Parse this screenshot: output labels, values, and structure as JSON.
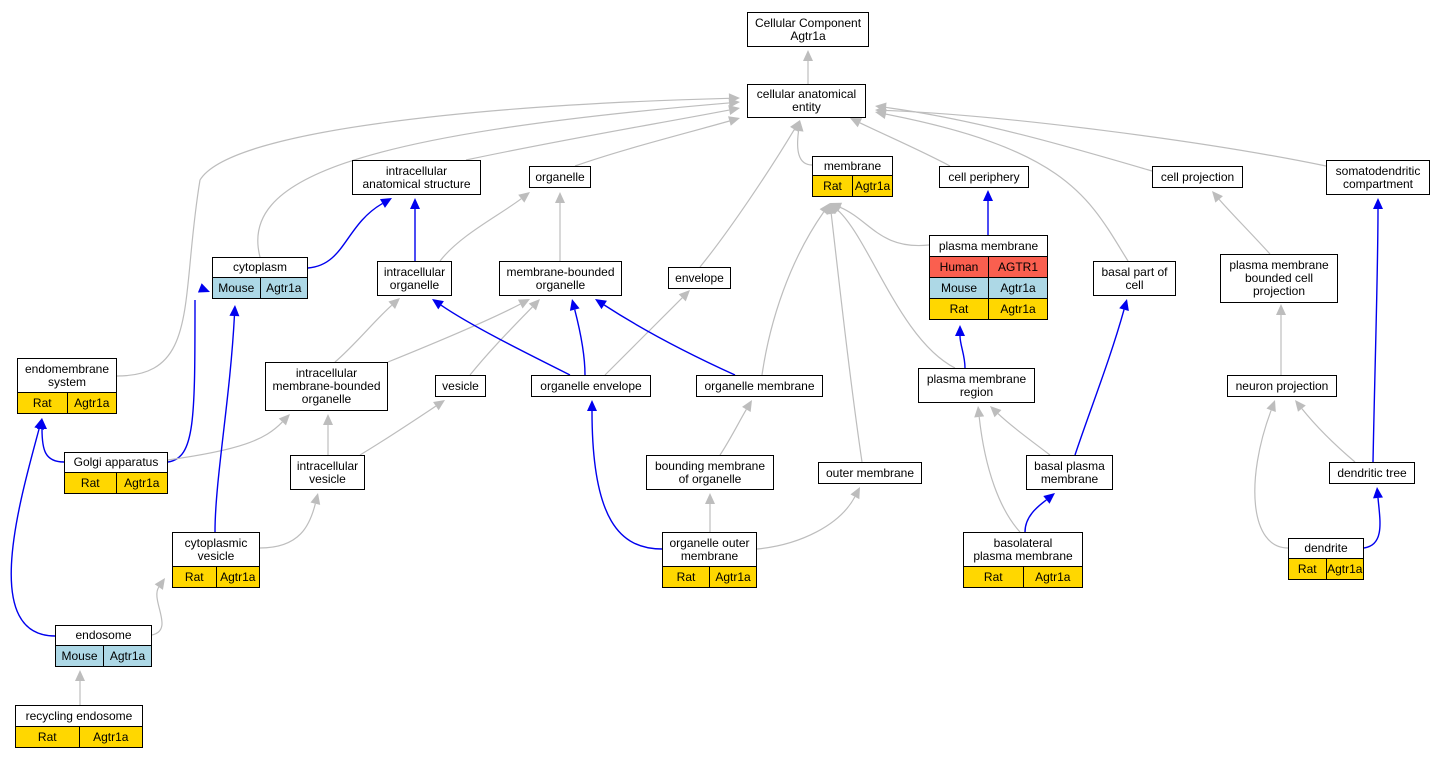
{
  "colors": {
    "human": "#fa5f4f",
    "mouse": "#add8e6",
    "rat": "#ffd700",
    "is_a_edge": "#bdbdbd",
    "part_of_edge": "#0000ee"
  },
  "nodes": [
    {
      "id": "cc",
      "label": "Cellular Component\nAgtr1a",
      "annotations": []
    },
    {
      "id": "cae",
      "label": "cellular anatomical\nentity",
      "annotations": []
    },
    {
      "id": "ias",
      "label": "intracellular\nanatomical structure",
      "annotations": []
    },
    {
      "id": "organelle",
      "label": "organelle",
      "annotations": []
    },
    {
      "id": "membrane",
      "label": "membrane",
      "annotations": [
        {
          "species": "Rat",
          "gene": "Agtr1a"
        }
      ]
    },
    {
      "id": "cellperiph",
      "label": "cell periphery",
      "annotations": []
    },
    {
      "id": "cellproj",
      "label": "cell projection",
      "annotations": []
    },
    {
      "id": "somato",
      "label": "somatodendritic\ncompartment",
      "annotations": []
    },
    {
      "id": "cytoplasm",
      "label": "cytoplasm",
      "annotations": [
        {
          "species": "Mouse",
          "gene": "Agtr1a"
        }
      ]
    },
    {
      "id": "intorg",
      "label": "intracellular\norganelle",
      "annotations": []
    },
    {
      "id": "mbo",
      "label": "membrane-bounded\norganelle",
      "annotations": []
    },
    {
      "id": "envelope",
      "label": "envelope",
      "annotations": []
    },
    {
      "id": "pm",
      "label": "plasma membrane",
      "annotations": [
        {
          "species": "Human",
          "gene": "AGTR1"
        },
        {
          "species": "Mouse",
          "gene": "Agtr1a"
        },
        {
          "species": "Rat",
          "gene": "Agtr1a"
        }
      ]
    },
    {
      "id": "basalpart",
      "label": "basal part of\ncell",
      "annotations": []
    },
    {
      "id": "pmbcp",
      "label": "plasma membrane\nbounded cell\nprojection",
      "annotations": []
    },
    {
      "id": "endomem",
      "label": "endomembrane\nsystem",
      "annotations": [
        {
          "species": "Rat",
          "gene": "Agtr1a"
        }
      ]
    },
    {
      "id": "imbo",
      "label": "intracellular\nmembrane-bounded\norganelle",
      "annotations": []
    },
    {
      "id": "vesicle",
      "label": "vesicle",
      "annotations": []
    },
    {
      "id": "orgenv",
      "label": "organelle envelope",
      "annotations": []
    },
    {
      "id": "orgmem",
      "label": "organelle membrane",
      "annotations": []
    },
    {
      "id": "pmr",
      "label": "plasma membrane\nregion",
      "annotations": []
    },
    {
      "id": "neuronproj",
      "label": "neuron projection",
      "annotations": []
    },
    {
      "id": "golgi",
      "label": "Golgi apparatus",
      "annotations": [
        {
          "species": "Rat",
          "gene": "Agtr1a"
        }
      ]
    },
    {
      "id": "intves",
      "label": "intracellular\nvesicle",
      "annotations": []
    },
    {
      "id": "bmo",
      "label": "bounding membrane\nof organelle",
      "annotations": []
    },
    {
      "id": "outermem",
      "label": "outer membrane",
      "annotations": []
    },
    {
      "id": "basalpm",
      "label": "basal plasma\nmembrane",
      "annotations": []
    },
    {
      "id": "dendtree",
      "label": "dendritic tree",
      "annotations": []
    },
    {
      "id": "cytoves",
      "label": "cytoplasmic\nvesicle",
      "annotations": [
        {
          "species": "Rat",
          "gene": "Agtr1a"
        }
      ]
    },
    {
      "id": "oom",
      "label": "organelle outer\nmembrane",
      "annotations": [
        {
          "species": "Rat",
          "gene": "Agtr1a"
        }
      ]
    },
    {
      "id": "blpm",
      "label": "basolateral\nplasma membrane",
      "annotations": [
        {
          "species": "Rat",
          "gene": "Agtr1a"
        }
      ]
    },
    {
      "id": "dendrite",
      "label": "dendrite",
      "annotations": [
        {
          "species": "Rat",
          "gene": "Agtr1a"
        }
      ]
    },
    {
      "id": "endosome",
      "label": "endosome",
      "annotations": [
        {
          "species": "Mouse",
          "gene": "Agtr1a"
        }
      ]
    },
    {
      "id": "recyc",
      "label": "recycling endosome",
      "annotations": [
        {
          "species": "Rat",
          "gene": "Agtr1a"
        }
      ]
    }
  ],
  "edges": [
    {
      "from": "cae",
      "to": "cc",
      "type": "is_a"
    },
    {
      "from": "ias",
      "to": "cae",
      "type": "is_a"
    },
    {
      "from": "organelle",
      "to": "cae",
      "type": "is_a"
    },
    {
      "from": "membrane",
      "to": "cae",
      "type": "is_a"
    },
    {
      "from": "cellperiph",
      "to": "cae",
      "type": "is_a"
    },
    {
      "from": "cellproj",
      "to": "cae",
      "type": "is_a"
    },
    {
      "from": "somato",
      "to": "cae",
      "type": "is_a"
    },
    {
      "from": "cytoplasm",
      "to": "cae",
      "type": "is_a"
    },
    {
      "from": "endomem",
      "to": "cae",
      "type": "is_a"
    },
    {
      "from": "envelope",
      "to": "cae",
      "type": "is_a"
    },
    {
      "from": "basalpart",
      "to": "cae",
      "type": "is_a"
    },
    {
      "from": "cytoplasm",
      "to": "ias",
      "type": "part_of"
    },
    {
      "from": "intorg",
      "to": "ias",
      "type": "part_of"
    },
    {
      "from": "intorg",
      "to": "organelle",
      "type": "is_a"
    },
    {
      "from": "mbo",
      "to": "organelle",
      "type": "is_a"
    },
    {
      "from": "pm",
      "to": "membrane",
      "type": "is_a"
    },
    {
      "from": "pm",
      "to": "cellperiph",
      "type": "part_of"
    },
    {
      "from": "pmbcp",
      "to": "cellproj",
      "type": "is_a"
    },
    {
      "from": "dendtree",
      "to": "somato",
      "type": "part_of"
    },
    {
      "from": "imbo",
      "to": "intorg",
      "type": "is_a"
    },
    {
      "from": "imbo",
      "to": "mbo",
      "type": "is_a"
    },
    {
      "from": "vesicle",
      "to": "mbo",
      "type": "is_a"
    },
    {
      "from": "orgenv",
      "to": "intorg",
      "type": "part_of"
    },
    {
      "from": "orgenv",
      "to": "mbo",
      "type": "part_of"
    },
    {
      "from": "orgenv",
      "to": "envelope",
      "type": "is_a"
    },
    {
      "from": "orgmem",
      "to": "mbo",
      "type": "part_of"
    },
    {
      "from": "orgmem",
      "to": "membrane",
      "type": "is_a"
    },
    {
      "from": "outermem",
      "to": "membrane",
      "type": "is_a"
    },
    {
      "from": "pmr",
      "to": "membrane",
      "type": "is_a"
    },
    {
      "from": "pmr",
      "to": "pm",
      "type": "part_of"
    },
    {
      "from": "basalpm",
      "to": "basalpart",
      "type": "part_of"
    },
    {
      "from": "neuronproj",
      "to": "pmbcp",
      "type": "is_a"
    },
    {
      "from": "golgi",
      "to": "cytoplasm",
      "type": "part_of"
    },
    {
      "from": "golgi",
      "to": "endomem",
      "type": "part_of"
    },
    {
      "from": "golgi",
      "to": "imbo",
      "type": "is_a"
    },
    {
      "from": "intves",
      "to": "imbo",
      "type": "is_a"
    },
    {
      "from": "intves",
      "to": "vesicle",
      "type": "is_a"
    },
    {
      "from": "bmo",
      "to": "orgmem",
      "type": "is_a"
    },
    {
      "from": "basalpm",
      "to": "pmr",
      "type": "is_a"
    },
    {
      "from": "dendtree",
      "to": "neuronproj",
      "type": "is_a"
    },
    {
      "from": "cytoves",
      "to": "cytoplasm",
      "type": "part_of"
    },
    {
      "from": "cytoves",
      "to": "intves",
      "type": "is_a"
    },
    {
      "from": "oom",
      "to": "bmo",
      "type": "is_a"
    },
    {
      "from": "oom",
      "to": "orgenv",
      "type": "part_of"
    },
    {
      "from": "oom",
      "to": "outermem",
      "type": "is_a"
    },
    {
      "from": "blpm",
      "to": "pmr",
      "type": "is_a"
    },
    {
      "from": "blpm",
      "to": "basalpm",
      "type": "part_of"
    },
    {
      "from": "dendrite",
      "to": "neuronproj",
      "type": "is_a"
    },
    {
      "from": "dendrite",
      "to": "dendtree",
      "type": "part_of"
    },
    {
      "from": "endosome",
      "to": "endomem",
      "type": "part_of"
    },
    {
      "from": "endosome",
      "to": "cytoves",
      "type": "is_a"
    },
    {
      "from": "recyc",
      "to": "endosome",
      "type": "is_a"
    }
  ]
}
